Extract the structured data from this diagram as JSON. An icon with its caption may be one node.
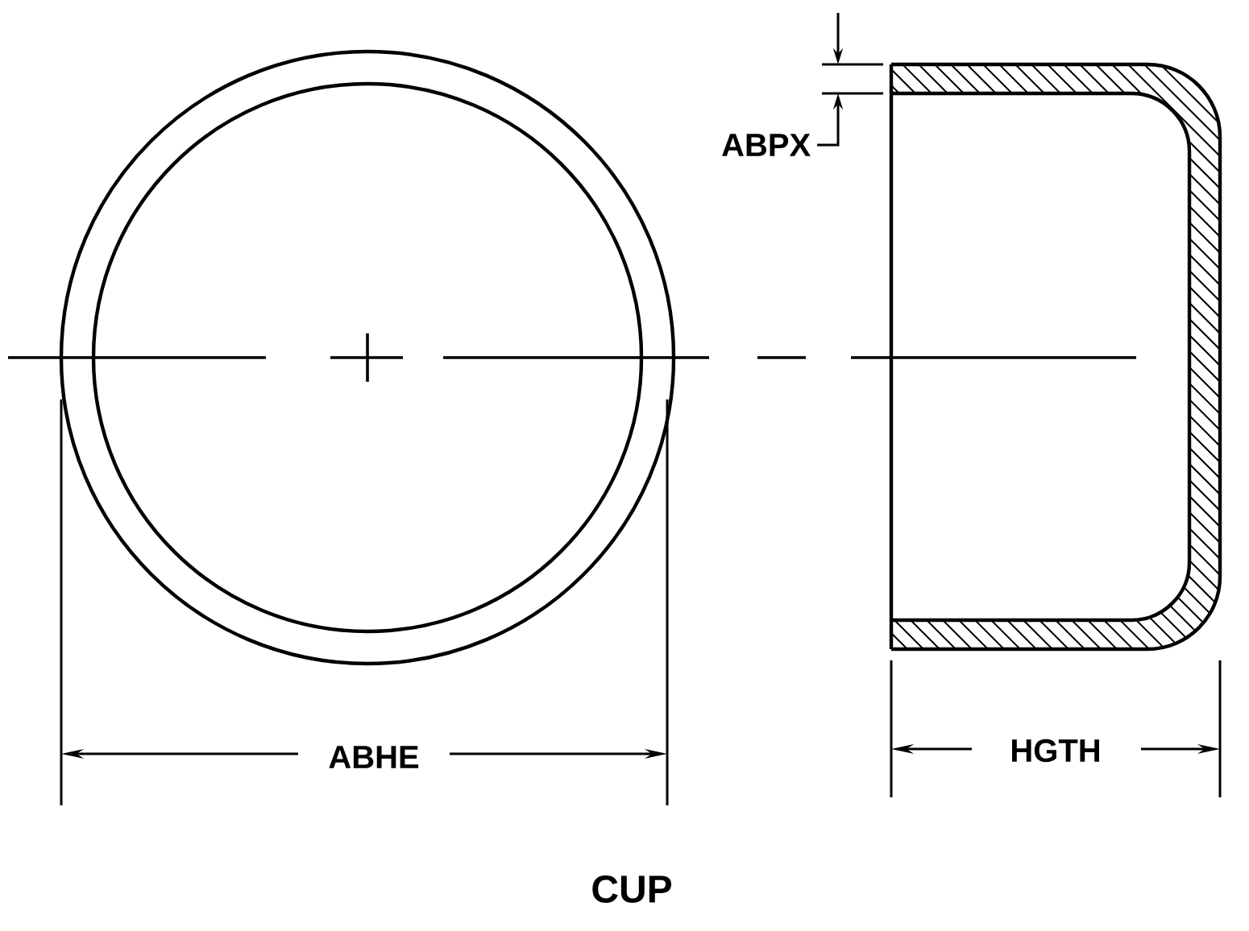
{
  "diagram": {
    "caption": "CUP",
    "labels": [
      "ABPX",
      "ABHE",
      "HGTH"
    ]
  }
}
